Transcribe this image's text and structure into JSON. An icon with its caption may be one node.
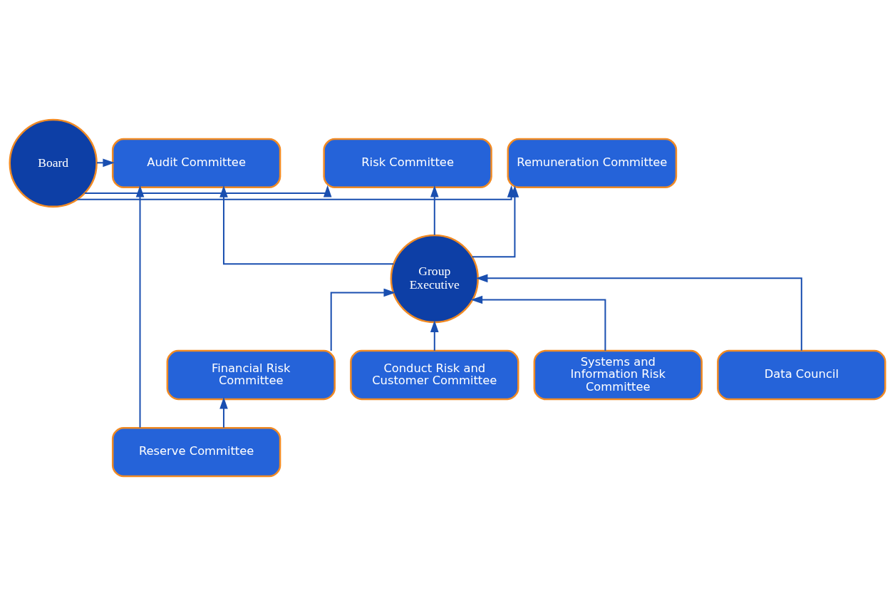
{
  "diagram": {
    "nodes": [
      {
        "text": [
          "Board"
        ]
      },
      {
        "text": [
          "Audit Committee"
        ]
      },
      {
        "text": [
          "Risk Committee"
        ]
      },
      {
        "text": [
          "Remuneration Committee"
        ]
      },
      {
        "text": [
          "Group Executive"
        ]
      },
      {
        "text": [
          "Financial Risk Committee"
        ]
      },
      {
        "text": [
          "Conduct Risk and Customer Committee"
        ]
      },
      {
        "text": [
          "Systems and Information Risk Committee"
        ]
      },
      {
        "text": [
          "Data Council"
        ]
      },
      {
        "text": [
          "Reserve Committee"
        ]
      }
    ],
    "edges": [
      {
        "from": 0,
        "to": 1,
        "arrow": "to"
      },
      {
        "from": 0,
        "to": 2,
        "arrow": "to"
      },
      {
        "from": 0,
        "to": 3,
        "arrow": "to"
      },
      {
        "from": 4,
        "to": 1,
        "arrow": "to"
      },
      {
        "from": 4,
        "to": 2,
        "arrow": "to"
      },
      {
        "from": 4,
        "to": 3,
        "arrow": "to"
      },
      {
        "from": 5,
        "to": 4,
        "arrow": "to"
      },
      {
        "from": 6,
        "to": 4,
        "arrow": "to"
      },
      {
        "from": 7,
        "to": 4,
        "arrow": "to"
      },
      {
        "from": 8,
        "to": 4,
        "arrow": "to"
      },
      {
        "from": 9,
        "to": 1,
        "arrow": "to"
      },
      {
        "from": 9,
        "to": 5,
        "arrow": "to"
      }
    ]
  }
}
